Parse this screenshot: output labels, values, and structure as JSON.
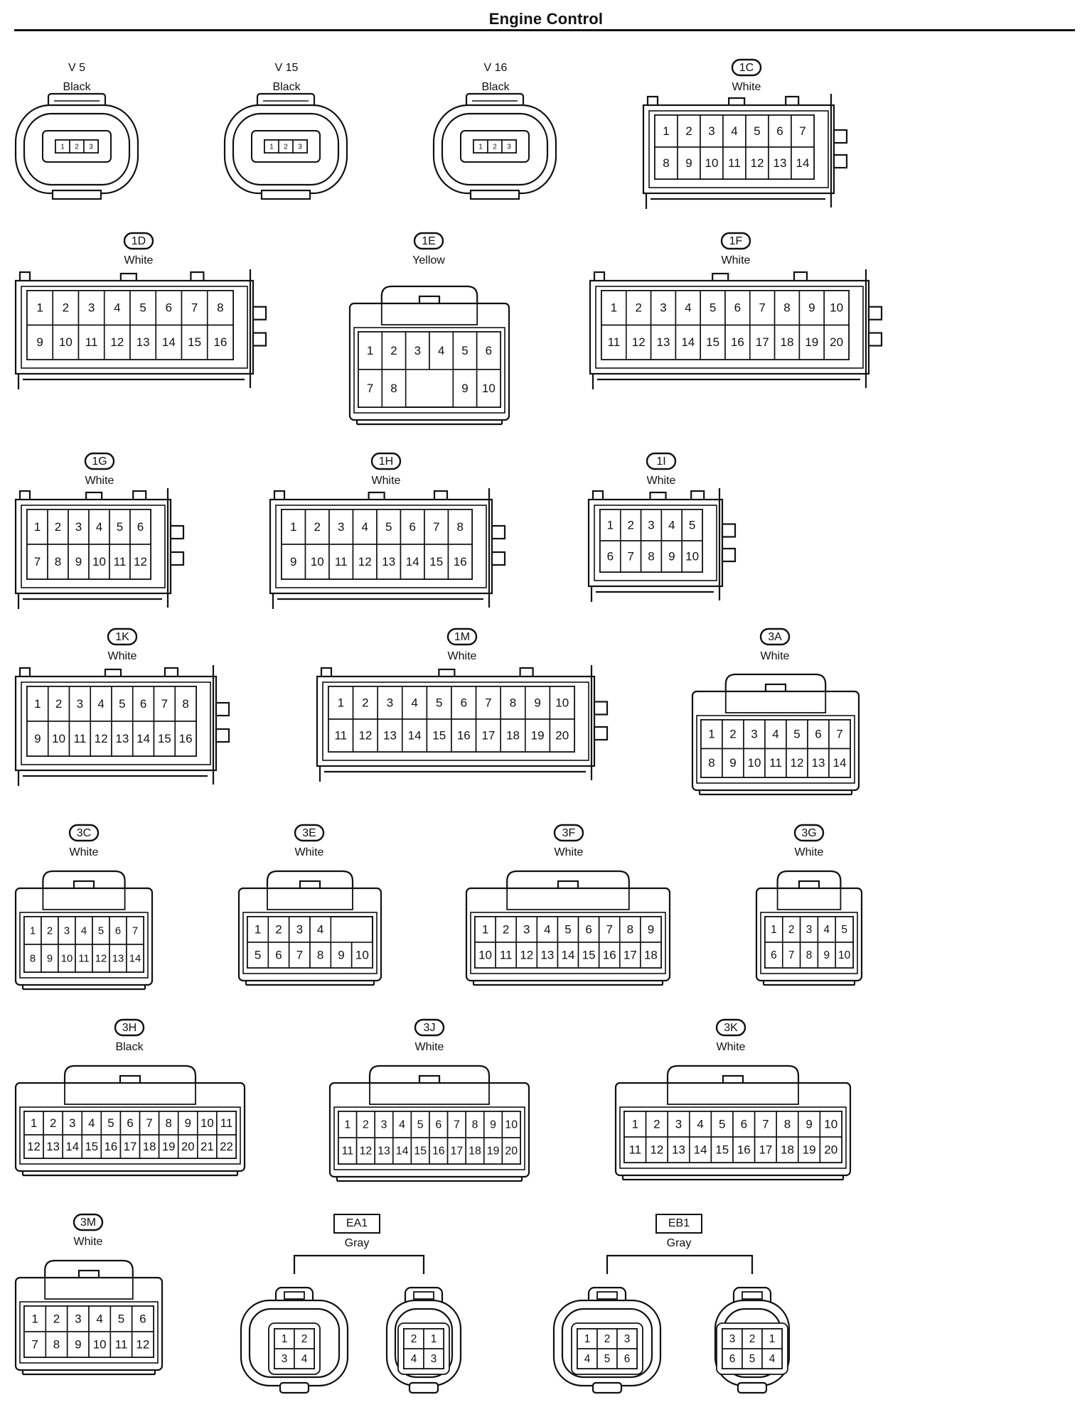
{
  "page": {
    "title": "Engine Control"
  },
  "connectors": [
    {
      "code": "V 5",
      "badge": false,
      "color": "Black",
      "shape": "sensor-round",
      "pins": [
        [
          "1",
          "2",
          "3"
        ]
      ]
    },
    {
      "code": "V 15",
      "badge": false,
      "color": "Black",
      "shape": "sensor-round",
      "pins": [
        [
          "1",
          "2",
          "3"
        ]
      ]
    },
    {
      "code": "V 16",
      "badge": false,
      "color": "Black",
      "shape": "sensor-round",
      "pins": [
        [
          "1",
          "2",
          "3"
        ]
      ]
    },
    {
      "code": "1C",
      "badge": true,
      "color": "White",
      "shape": "inline-rect",
      "pins": [
        [
          "1",
          "2",
          "3",
          "4",
          "5",
          "6",
          "7"
        ],
        [
          "8",
          "9",
          "10",
          "11",
          "12",
          "13",
          "14"
        ]
      ]
    },
    {
      "code": "1D",
      "badge": true,
      "color": "White",
      "shape": "inline-rect",
      "pins": [
        [
          "1",
          "2",
          "3",
          "4",
          "5",
          "6",
          "7",
          "8"
        ],
        [
          "9",
          "10",
          "11",
          "12",
          "13",
          "14",
          "15",
          "16"
        ]
      ]
    },
    {
      "code": "1E",
      "badge": true,
      "color": "Yellow",
      "shape": "latch-box",
      "pins": [
        [
          "1",
          "2",
          "3",
          "4",
          "5",
          "6"
        ],
        [
          "7",
          "8",
          "",
          "",
          "9",
          "10"
        ]
      ]
    },
    {
      "code": "1F",
      "badge": true,
      "color": "White",
      "shape": "inline-rect",
      "pins": [
        [
          "1",
          "2",
          "3",
          "4",
          "5",
          "6",
          "7",
          "8",
          "9",
          "10"
        ],
        [
          "11",
          "12",
          "13",
          "14",
          "15",
          "16",
          "17",
          "18",
          "19",
          "20"
        ]
      ]
    },
    {
      "code": "1G",
      "badge": true,
      "color": "White",
      "shape": "inline-rect",
      "pins": [
        [
          "1",
          "2",
          "3",
          "4",
          "5",
          "6"
        ],
        [
          "7",
          "8",
          "9",
          "10",
          "11",
          "12"
        ]
      ]
    },
    {
      "code": "1H",
      "badge": true,
      "color": "White",
      "shape": "inline-rect",
      "pins": [
        [
          "1",
          "2",
          "3",
          "4",
          "5",
          "6",
          "7",
          "8"
        ],
        [
          "9",
          "10",
          "11",
          "12",
          "13",
          "14",
          "15",
          "16"
        ]
      ]
    },
    {
      "code": "1I",
      "badge": true,
      "color": "White",
      "shape": "inline-rect",
      "pins": [
        [
          "1",
          "2",
          "3",
          "4",
          "5"
        ],
        [
          "6",
          "7",
          "8",
          "9",
          "10"
        ]
      ]
    },
    {
      "code": "1K",
      "badge": true,
      "color": "White",
      "shape": "inline-rect",
      "pins": [
        [
          "1",
          "2",
          "3",
          "4",
          "5",
          "6",
          "7",
          "8"
        ],
        [
          "9",
          "10",
          "11",
          "12",
          "13",
          "14",
          "15",
          "16"
        ]
      ]
    },
    {
      "code": "1M",
      "badge": true,
      "color": "White",
      "shape": "inline-rect",
      "pins": [
        [
          "1",
          "2",
          "3",
          "4",
          "5",
          "6",
          "7",
          "8",
          "9",
          "10"
        ],
        [
          "11",
          "12",
          "13",
          "14",
          "15",
          "16",
          "17",
          "18",
          "19",
          "20"
        ]
      ]
    },
    {
      "code": "3A",
      "badge": true,
      "color": "White",
      "shape": "latch-box",
      "pins": [
        [
          "1",
          "2",
          "3",
          "4",
          "5",
          "6",
          "7"
        ],
        [
          "8",
          "9",
          "10",
          "11",
          "12",
          "13",
          "14"
        ]
      ]
    },
    {
      "code": "3C",
      "badge": true,
      "color": "White",
      "shape": "latch-box",
      "pins": [
        [
          "1",
          "2",
          "3",
          "4",
          "5",
          "6",
          "7"
        ],
        [
          "8",
          "9",
          "10",
          "11",
          "12",
          "13",
          "14"
        ]
      ]
    },
    {
      "code": "3E",
      "badge": true,
      "color": "White",
      "shape": "latch-box",
      "pins": [
        [
          "1",
          "2",
          "3",
          "4"
        ],
        [
          "5",
          "6",
          "7",
          "8",
          "9",
          "10"
        ]
      ]
    },
    {
      "code": "3F",
      "badge": true,
      "color": "White",
      "shape": "latch-box",
      "pins": [
        [
          "1",
          "2",
          "3",
          "4",
          "5",
          "6",
          "7",
          "8",
          "9"
        ],
        [
          "10",
          "11",
          "12",
          "13",
          "14",
          "15",
          "16",
          "17",
          "18"
        ]
      ]
    },
    {
      "code": "3G",
      "badge": true,
      "color": "White",
      "shape": "latch-box",
      "pins": [
        [
          "1",
          "2",
          "3",
          "4",
          "5"
        ],
        [
          "6",
          "7",
          "8",
          "9",
          "10"
        ]
      ]
    },
    {
      "code": "3H",
      "badge": true,
      "color": "Black",
      "shape": "latch-box",
      "pins": [
        [
          "1",
          "2",
          "3",
          "4",
          "5",
          "6",
          "7",
          "8",
          "9",
          "10",
          "11"
        ],
        [
          "12",
          "13",
          "14",
          "15",
          "16",
          "17",
          "18",
          "19",
          "20",
          "21",
          "22"
        ]
      ]
    },
    {
      "code": "3J",
      "badge": true,
      "color": "White",
      "shape": "latch-box",
      "pins": [
        [
          "1",
          "2",
          "3",
          "4",
          "5",
          "6",
          "7",
          "8",
          "9",
          "10"
        ],
        [
          "11",
          "12",
          "13",
          "14",
          "15",
          "16",
          "17",
          "18",
          "19",
          "20"
        ]
      ]
    },
    {
      "code": "3K",
      "badge": true,
      "color": "White",
      "shape": "latch-box",
      "pins": [
        [
          "1",
          "2",
          "3",
          "4",
          "5",
          "6",
          "7",
          "8",
          "9",
          "10"
        ],
        [
          "11",
          "12",
          "13",
          "14",
          "15",
          "16",
          "17",
          "18",
          "19",
          "20"
        ]
      ]
    },
    {
      "code": "3M",
      "badge": true,
      "color": "White",
      "shape": "latch-box",
      "pins": [
        [
          "1",
          "2",
          "3",
          "4",
          "5",
          "6"
        ],
        [
          "7",
          "8",
          "9",
          "10",
          "11",
          "12"
        ]
      ]
    }
  ],
  "paired_connectors": [
    {
      "code": "EA1",
      "color": "Gray",
      "left_pins": [
        [
          "1",
          "2"
        ],
        [
          "3",
          "4"
        ]
      ],
      "right_pins": [
        [
          "2",
          "1"
        ],
        [
          "4",
          "3"
        ]
      ]
    },
    {
      "code": "EB1",
      "color": "Gray",
      "left_pins": [
        [
          "1",
          "2",
          "3"
        ],
        [
          "4",
          "5",
          "6"
        ]
      ],
      "right_pins": [
        [
          "3",
          "2",
          "1"
        ],
        [
          "6",
          "5",
          "4"
        ]
      ]
    }
  ]
}
